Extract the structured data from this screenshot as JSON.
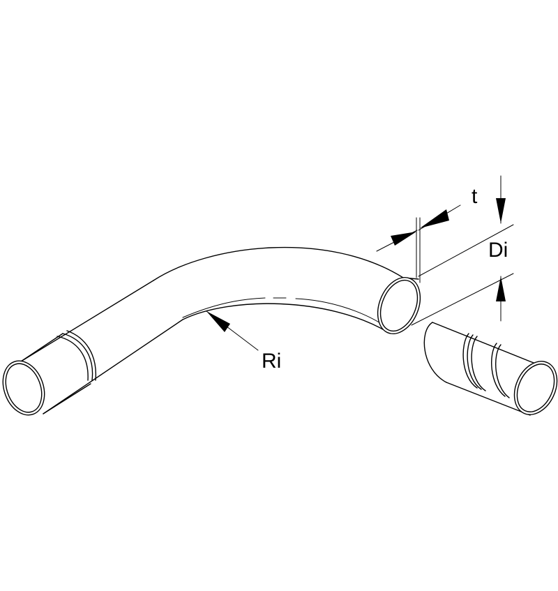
{
  "labels": {
    "thickness": "t",
    "inner_diameter": "Di",
    "inner_radius": "Ri"
  },
  "colors": {
    "line": "#000000",
    "background": "#ffffff"
  }
}
